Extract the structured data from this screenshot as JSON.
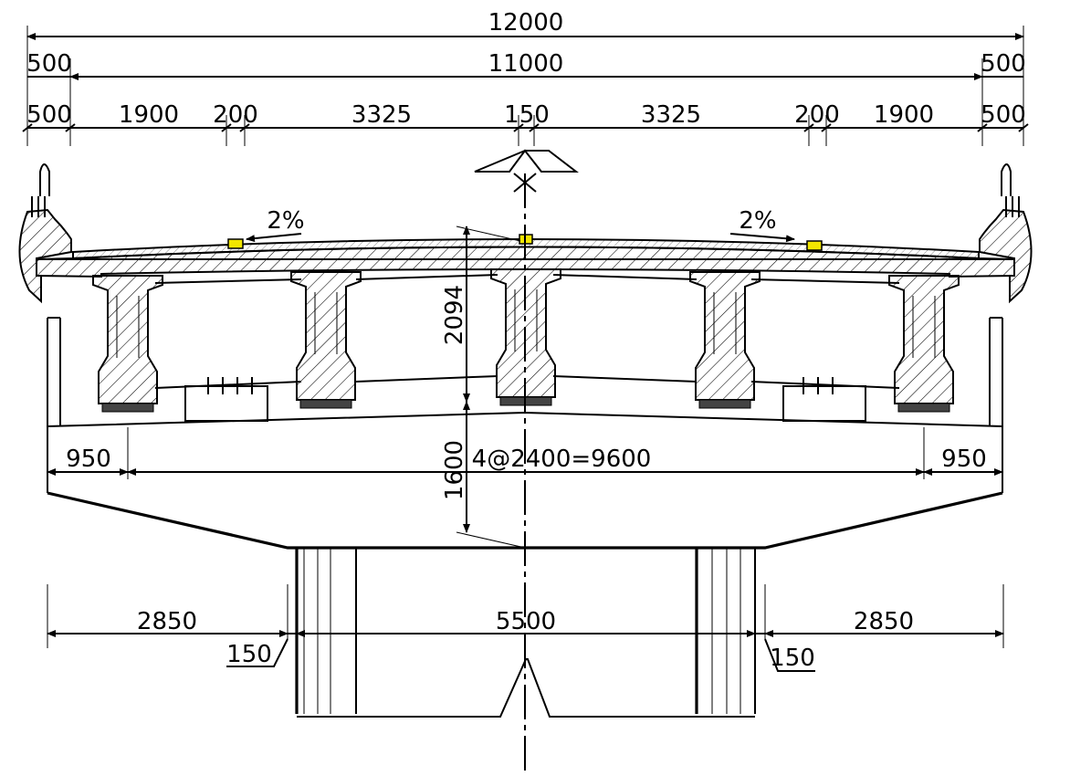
{
  "drawing": {
    "top_dims": {
      "overall": "12000",
      "row2": {
        "left": "500",
        "mid": "11000",
        "right": "500"
      },
      "row3": [
        "500",
        "1900",
        "200",
        "3325",
        "150",
        "3325",
        "200",
        "1900",
        "500"
      ]
    },
    "slopes": {
      "left": "2%",
      "right": "2%"
    },
    "vertical_dims": {
      "girder_height": "2094",
      "cap_height": "1600"
    },
    "cap_dims": {
      "left": "950",
      "mid": "4@2400=9600",
      "right": "950"
    },
    "pier_dims": {
      "left": "2850",
      "mid": "5500",
      "right": "2850",
      "offset_left": "150",
      "offset_right": "150"
    }
  },
  "colors": {
    "line": "#000000",
    "marker": "#f2e600"
  }
}
